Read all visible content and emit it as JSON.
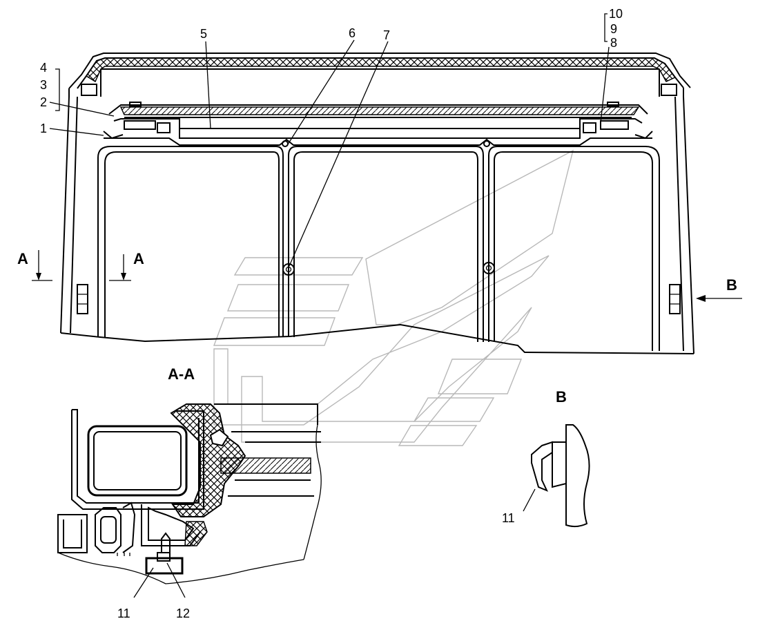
{
  "callouts": {
    "c1": "1",
    "c2": "2",
    "c3": "3",
    "c4": "4",
    "c5": "5",
    "c6": "6",
    "c7": "7",
    "c8": "8",
    "c9": "9",
    "c10": "10",
    "c11_section": "11",
    "c12_section": "12",
    "c11_viewb": "11"
  },
  "views": {
    "section_marker": "A",
    "section_title": "A-A",
    "view_arrow": "B",
    "view_title": "B"
  },
  "watermark": {
    "icon": "chevron-watermark-icon",
    "color": "#b8b8b8"
  },
  "line_color": "#000000"
}
